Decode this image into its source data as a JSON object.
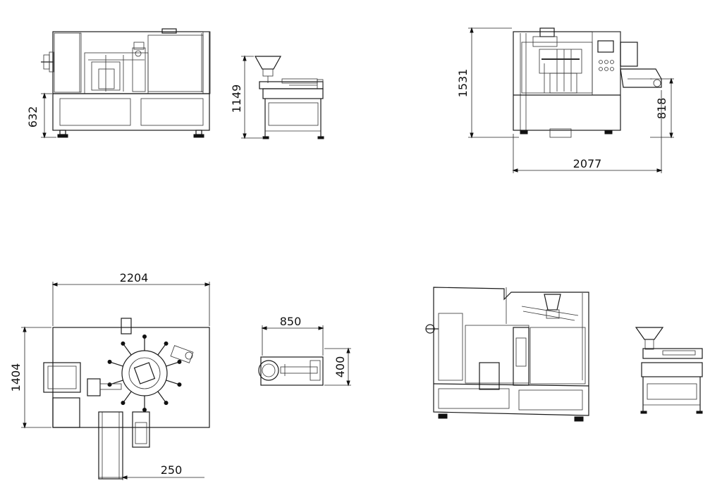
{
  "dimensions": {
    "front_height": "632",
    "filler_height": "1149",
    "side_height": "1531",
    "side_mid_height": "818",
    "side_width": "2077",
    "top_width": "2204",
    "top_depth": "1404",
    "filler_top_width": "850",
    "filler_top_depth": "400",
    "conveyor_width": "250"
  }
}
